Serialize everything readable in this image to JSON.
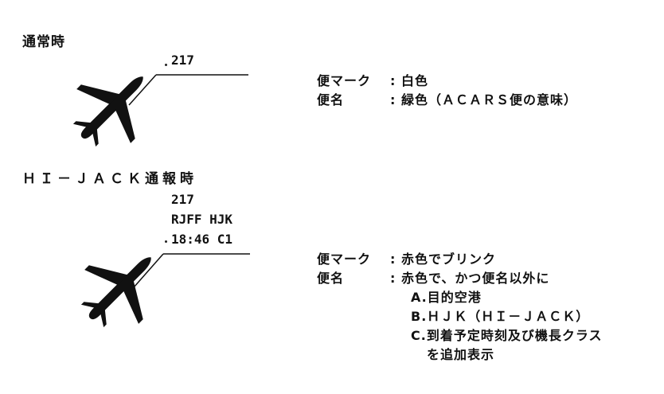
{
  "normal": {
    "heading": "通常時",
    "flight_label": "217",
    "legend": [
      {
        "key": "便マーク",
        "sep": ":",
        "value": "白色"
      },
      {
        "key": "便名",
        "sep": ":",
        "value": "緑色（ＡＣＡＲＳ便の意味）"
      }
    ]
  },
  "hijack": {
    "heading": "ＨＩ－ＪＡＣＫ通報時",
    "flight_label": [
      "217",
      "RJFF HJK",
      "18:46 C1"
    ],
    "legend": [
      {
        "key": "便マーク",
        "sep": ":",
        "value": "赤色でブリンク"
      },
      {
        "key": "便名",
        "sep": ":",
        "value": "赤色で、かつ便名以外に"
      }
    ],
    "sub_items": [
      "A.目的空港",
      "B.ＨＪＫ（ＨＩ－ＪＡＣＫ）",
      "C.到着予定時刻及び機長クラス",
      "を追加表示"
    ]
  },
  "colors": {
    "text": "#111111",
    "aircraft": "#111111",
    "background": "#ffffff"
  },
  "icons": [
    "aircraft-icon",
    "aircraft-icon"
  ]
}
